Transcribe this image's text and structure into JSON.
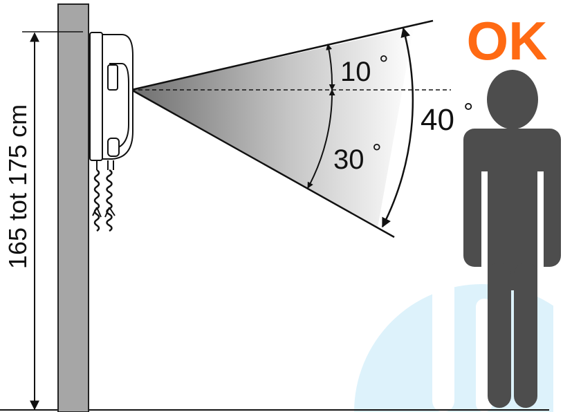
{
  "labels": {
    "ok": "OK",
    "height_range": "165 tot 175 cm",
    "angle_up": "10",
    "angle_down": "30",
    "angle_total": "40",
    "degree_symbol": "°"
  },
  "colors": {
    "wall": "#a6a6a6",
    "ok_text": "#ff6a13",
    "person": "#4d4d4d",
    "watermark": "#ddf2fb",
    "line": "#111111"
  },
  "icons": {
    "handset": "intercom-handset-icon",
    "person": "person-silhouette-icon"
  }
}
